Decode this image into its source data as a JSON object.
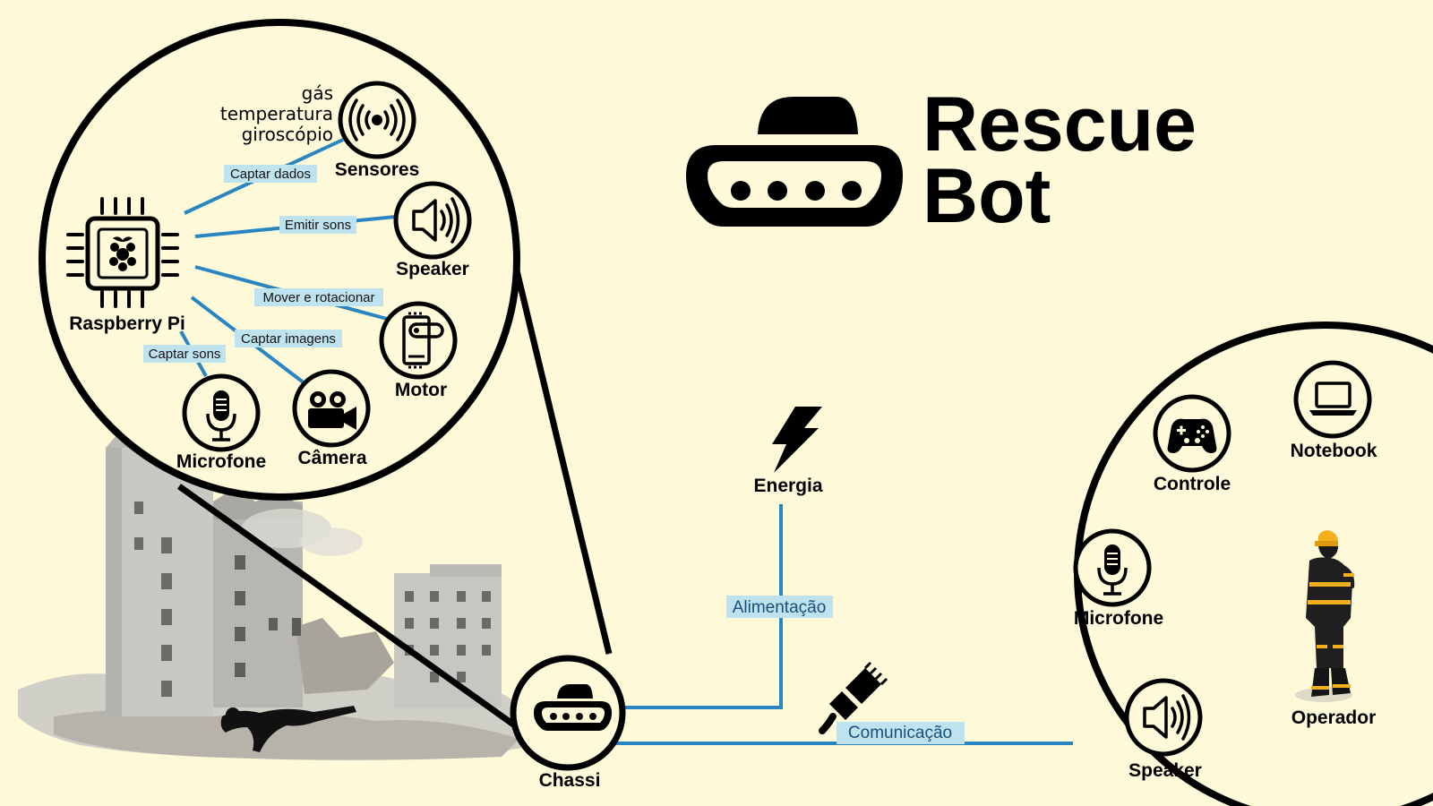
{
  "title": {
    "line1": "Rescue",
    "line2": "Bot"
  },
  "robot": {
    "components": {
      "hub": "Raspberry Pi",
      "items": [
        {
          "id": "sensores",
          "label": "Sensores",
          "edge": "Captar dados",
          "icon": "sensor-waves-icon"
        },
        {
          "id": "speaker",
          "label": "Speaker",
          "edge": "Emitir sons",
          "icon": "speaker-icon"
        },
        {
          "id": "motor",
          "label": "Motor",
          "edge": "Mover e rotacionar",
          "icon": "motor-icon"
        },
        {
          "id": "camera",
          "label": "Câmera",
          "edge": "Captar imagens",
          "icon": "video-camera-icon"
        },
        {
          "id": "microfone",
          "label": "Microfone",
          "edge": "Captar sons",
          "icon": "microphone-icon"
        }
      ],
      "sensor_types": [
        "gás",
        "temperatura",
        "giroscópio"
      ]
    }
  },
  "chassi": {
    "label": "Chassi"
  },
  "energia": {
    "label": "Energia",
    "link": "Alimentação"
  },
  "comunicacao": {
    "label": "Comunicação"
  },
  "operator_side": {
    "items": [
      {
        "id": "controle",
        "label": "Controle",
        "icon": "gamepad-icon"
      },
      {
        "id": "notebook",
        "label": "Notebook",
        "icon": "laptop-icon"
      },
      {
        "id": "microfone",
        "label": "Microfone",
        "icon": "microphone-icon"
      },
      {
        "id": "speaker",
        "label": "Speaker",
        "icon": "speaker-icon"
      },
      {
        "id": "operador",
        "label": "Operador",
        "icon": "operator-figure-icon"
      }
    ]
  },
  "colors": {
    "background": "#fdf9d9",
    "link": "#2a86c0",
    "label_bg": "#bfe3ee",
    "ink": "#000000"
  }
}
